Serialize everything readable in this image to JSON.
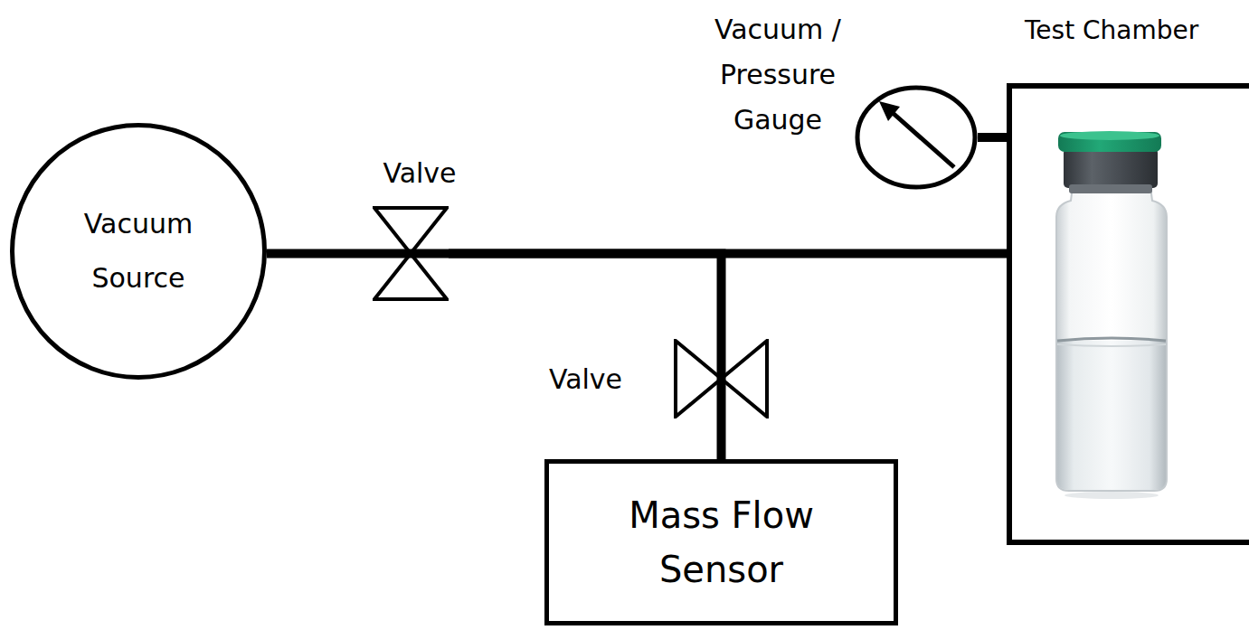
{
  "diagram": {
    "nodes": [
      {
        "text": [
          "Vacuum Source"
        ]
      },
      {
        "text": [
          "Valve"
        ]
      },
      {
        "text": [
          "Valve"
        ]
      },
      {
        "text": [
          "Mass Flow Sensor"
        ]
      },
      {
        "text": [
          "Vacuum / Pressure Gauge"
        ]
      },
      {
        "text": [
          "Test Chamber"
        ]
      }
    ],
    "edges": [
      {
        "from": 0,
        "to": 1,
        "arrow": "none"
      },
      {
        "from": 1,
        "to": 5,
        "arrow": "none"
      },
      {
        "from": 1,
        "to": 2,
        "arrow": "none"
      },
      {
        "from": 2,
        "to": 3,
        "arrow": "none"
      },
      {
        "from": 4,
        "to": 5,
        "arrow": "none"
      }
    ]
  }
}
